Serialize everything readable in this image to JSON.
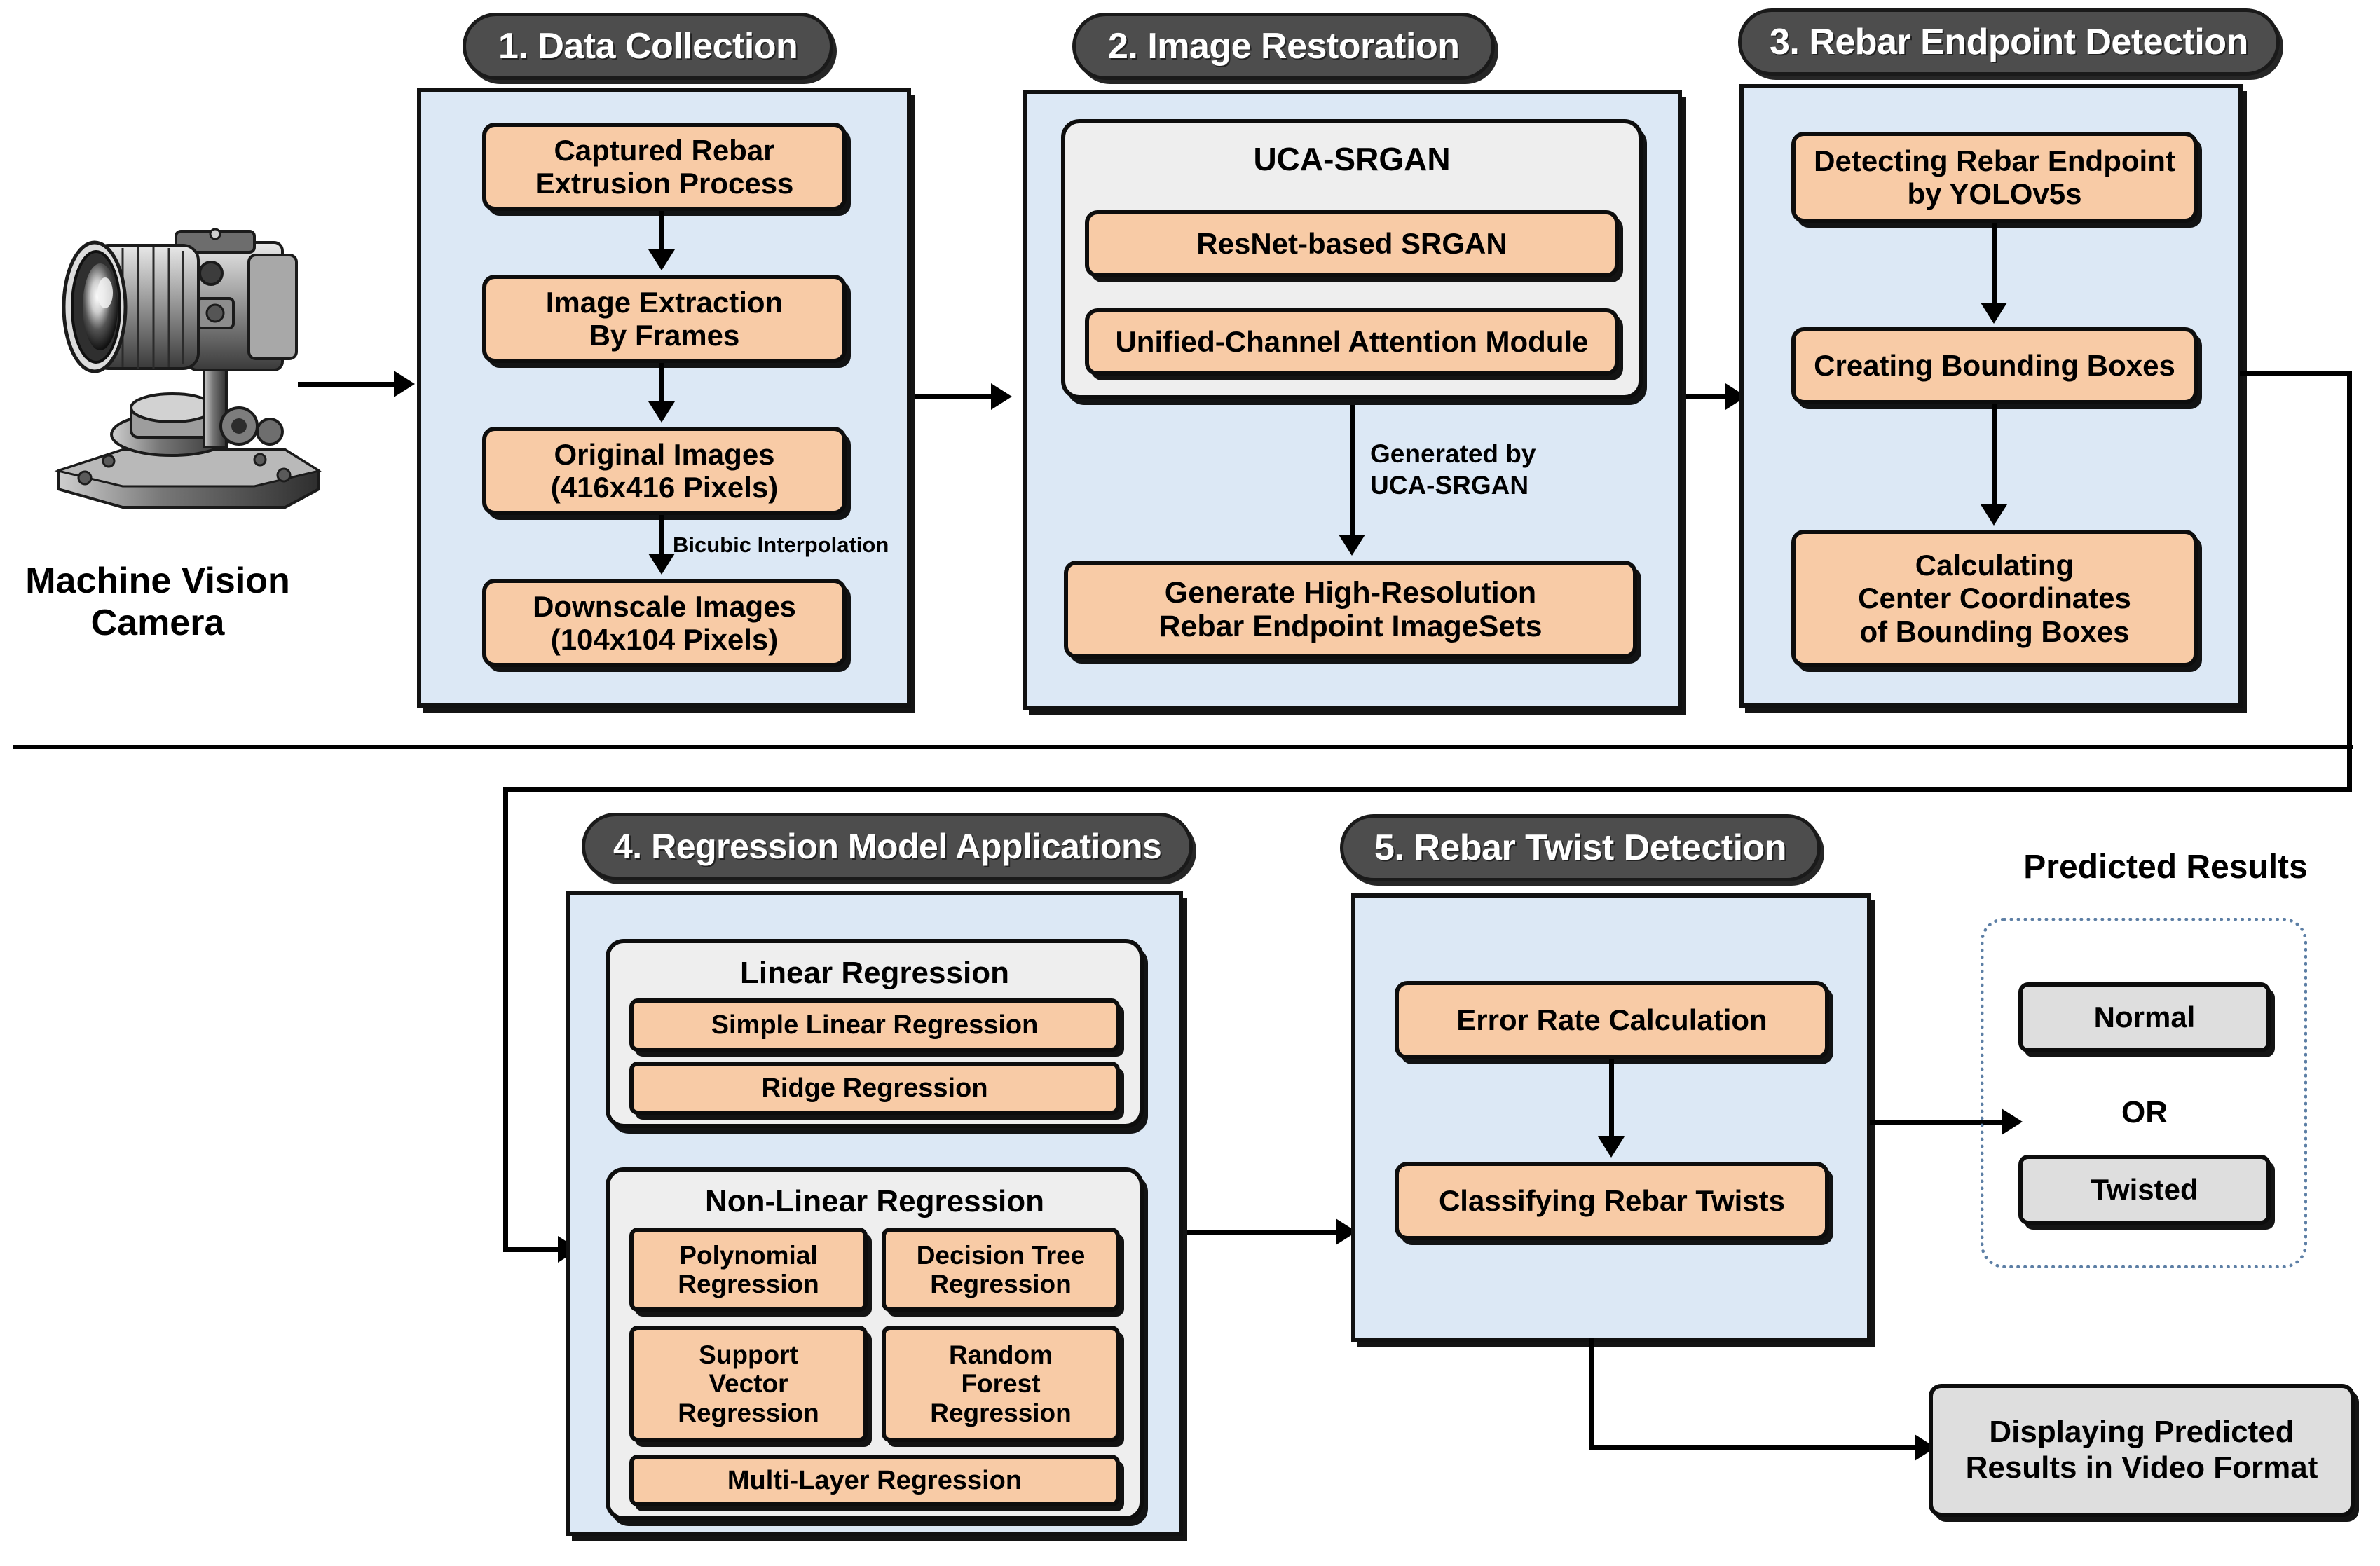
{
  "source": {
    "icon": "machine-vision-camera-icon",
    "label_line1": "Machine Vision",
    "label_line2": "Camera"
  },
  "stages": [
    {
      "id": "data-collection",
      "title": "1. Data Collection",
      "boxes": [
        {
          "lines": [
            "Captured Rebar",
            "Extrusion Process"
          ]
        },
        {
          "lines": [
            "Image Extraction",
            "By Frames"
          ]
        },
        {
          "lines": [
            "Original Images",
            "(416x416 Pixels)"
          ]
        },
        {
          "lines": [
            "Downscale Images",
            "(104x104 Pixels)"
          ]
        }
      ],
      "edge_label": "Bicubic Interpolation"
    },
    {
      "id": "image-restoration",
      "title": "2. Image Restoration",
      "group": {
        "title": "UCA-SRGAN",
        "boxes": [
          {
            "lines": [
              "ResNet-based SRGAN"
            ]
          },
          {
            "lines": [
              "Unified-Channel Attention Module"
            ]
          }
        ]
      },
      "edge_label_line1": "Generated by",
      "edge_label_line2": "UCA-SRGAN",
      "boxes": [
        {
          "lines": [
            "Generate High-Resolution",
            "Rebar Endpoint  ImageSets"
          ]
        }
      ]
    },
    {
      "id": "rebar-endpoint-detection",
      "title": "3. Rebar Endpoint Detection",
      "boxes": [
        {
          "lines": [
            "Detecting Rebar Endpoint",
            "by YOLOv5s"
          ]
        },
        {
          "lines": [
            "Creating Bounding Boxes"
          ]
        },
        {
          "lines": [
            "Calculating",
            "Center Coordinates",
            "of Bounding Boxes"
          ]
        }
      ]
    },
    {
      "id": "regression-model-applications",
      "title": "4. Regression Model Applications",
      "groups": [
        {
          "title": "Linear Regression",
          "boxes": [
            {
              "lines": [
                "Simple Linear Regression"
              ]
            },
            {
              "lines": [
                "Ridge Regression"
              ]
            }
          ]
        },
        {
          "title": "Non-Linear Regression",
          "boxes": [
            {
              "lines": [
                "Polynomial",
                "Regression"
              ]
            },
            {
              "lines": [
                "Decision Tree",
                "Regression"
              ]
            },
            {
              "lines": [
                "Support",
                "Vector",
                "Regression"
              ]
            },
            {
              "lines": [
                "Random",
                "Forest",
                "Regression"
              ]
            },
            {
              "lines": [
                "Multi-Layer Regression"
              ]
            }
          ]
        }
      ]
    },
    {
      "id": "rebar-twist-detection",
      "title": "5. Rebar Twist Detection",
      "boxes": [
        {
          "lines": [
            "Error Rate Calculation"
          ]
        },
        {
          "lines": [
            "Classifying Rebar Twists"
          ]
        }
      ]
    }
  ],
  "results": {
    "heading": "Predicted Results",
    "option_a": "Normal",
    "separator": "OR",
    "option_b": "Twisted"
  },
  "output": {
    "lines": [
      "Displaying  Predicted",
      "Results in Video Format"
    ]
  },
  "colors": {
    "panel_fill": "#dce8f5",
    "process_fill": "#f8cba6",
    "group_fill": "#eeeeee",
    "result_fill": "#dedede",
    "pill_fill": "#4d4d4d",
    "stroke": "#0d0d0d",
    "dotted_border": "#5d7fa5"
  }
}
